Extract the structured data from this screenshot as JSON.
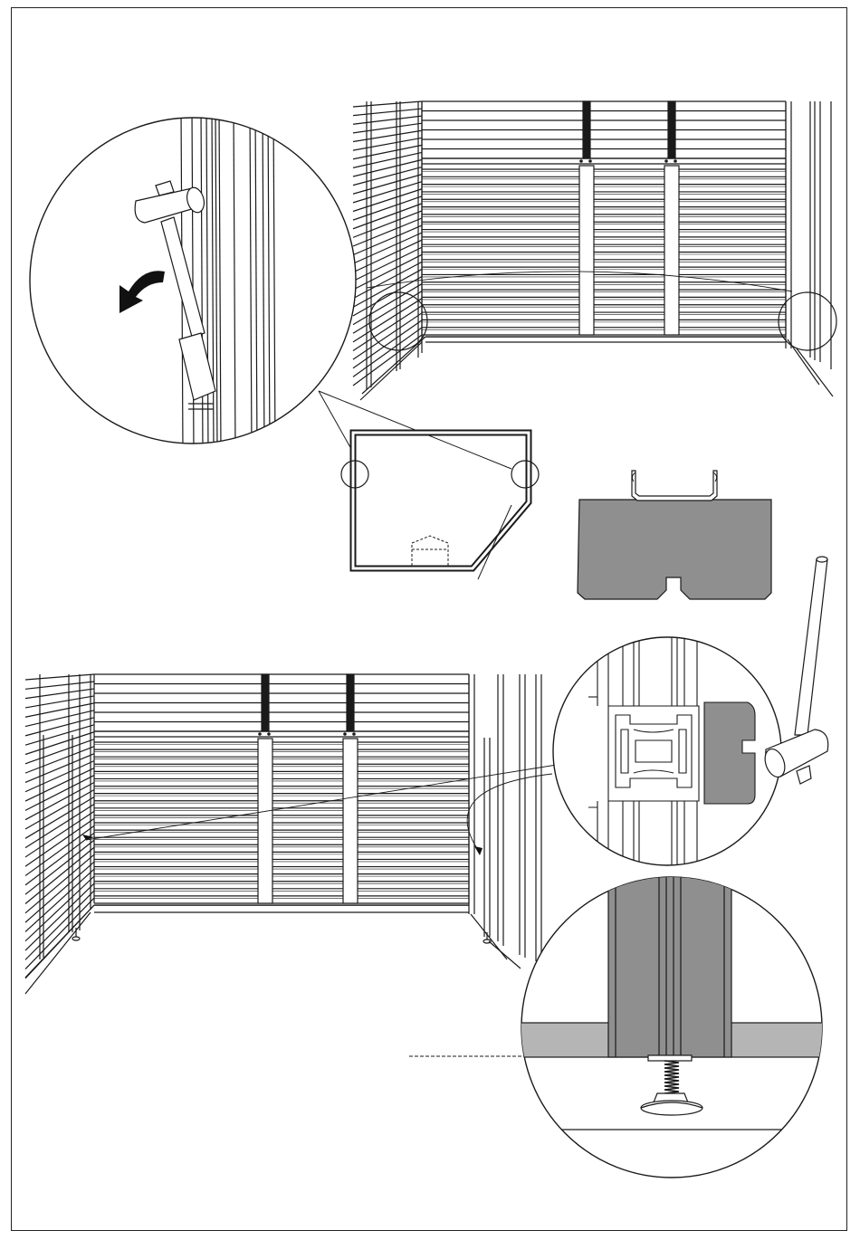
{
  "colors": {
    "line": "#1a1a1a",
    "profile_grey": "#8f8f8f",
    "floor_grey": "#b5b5b5",
    "paper": "#ffffff"
  },
  "figure": {
    "top_shed_wall": {
      "plank_rows": 22,
      "upper_plank_rows": 6,
      "vertical_posts": 2
    },
    "bottom_shed_wall": {
      "plank_rows": 22,
      "upper_plank_rows": 6,
      "vertical_posts": 2
    },
    "side_plank_rows": 32
  },
  "icons": {
    "mallet": "mallet-icon",
    "rotate_arrow": "rotate-arrow-icon",
    "adjustable_foot": "adjustable-foot-icon"
  }
}
